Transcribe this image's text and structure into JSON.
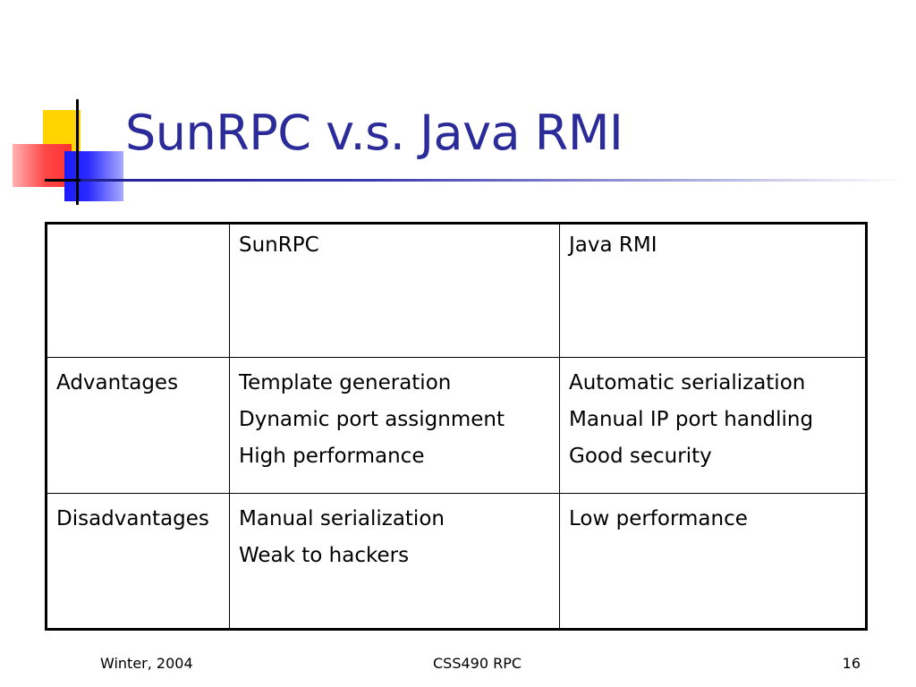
{
  "slide": {
    "title": "SunRPC v.s. Java RMI"
  },
  "table": {
    "columns": [
      "",
      "SunRPC",
      "Java RMI"
    ],
    "rows": [
      {
        "label": "Advantages",
        "sunrpc": [
          "Template generation",
          "Dynamic port assignment",
          "High performance"
        ],
        "javarmi": [
          "Automatic serialization",
          "Manual IP port handling",
          "Good security"
        ]
      },
      {
        "label": "Disadvantages",
        "sunrpc": [
          "Manual serialization",
          "Weak to hackers"
        ],
        "javarmi": [
          "Low performance"
        ]
      }
    ]
  },
  "footer": {
    "left": "Winter, 2004",
    "center": "CSS490 RPC",
    "right": "16"
  },
  "colors": {
    "title": "#2b2b99",
    "logo_yellow": "#ffd400",
    "logo_red": "#ff4848",
    "logo_blue": "#2a2aff"
  }
}
